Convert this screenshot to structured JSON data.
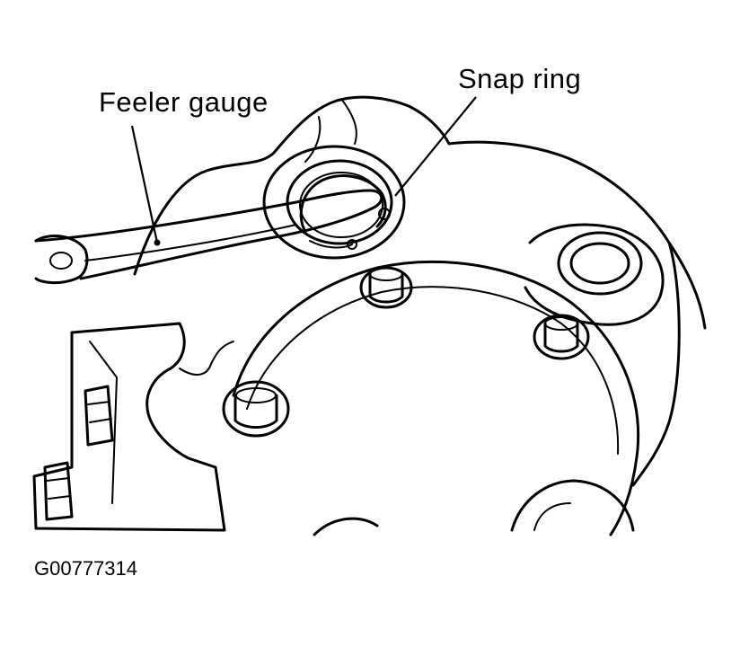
{
  "diagram": {
    "callouts": [
      {
        "id": "feeler-gauge",
        "text": "Feeler gauge"
      },
      {
        "id": "snap-ring",
        "text": "Snap ring"
      }
    ],
    "figure_id": "G00777314",
    "colors": {
      "ink": "#000000",
      "background": "#ffffff"
    }
  }
}
